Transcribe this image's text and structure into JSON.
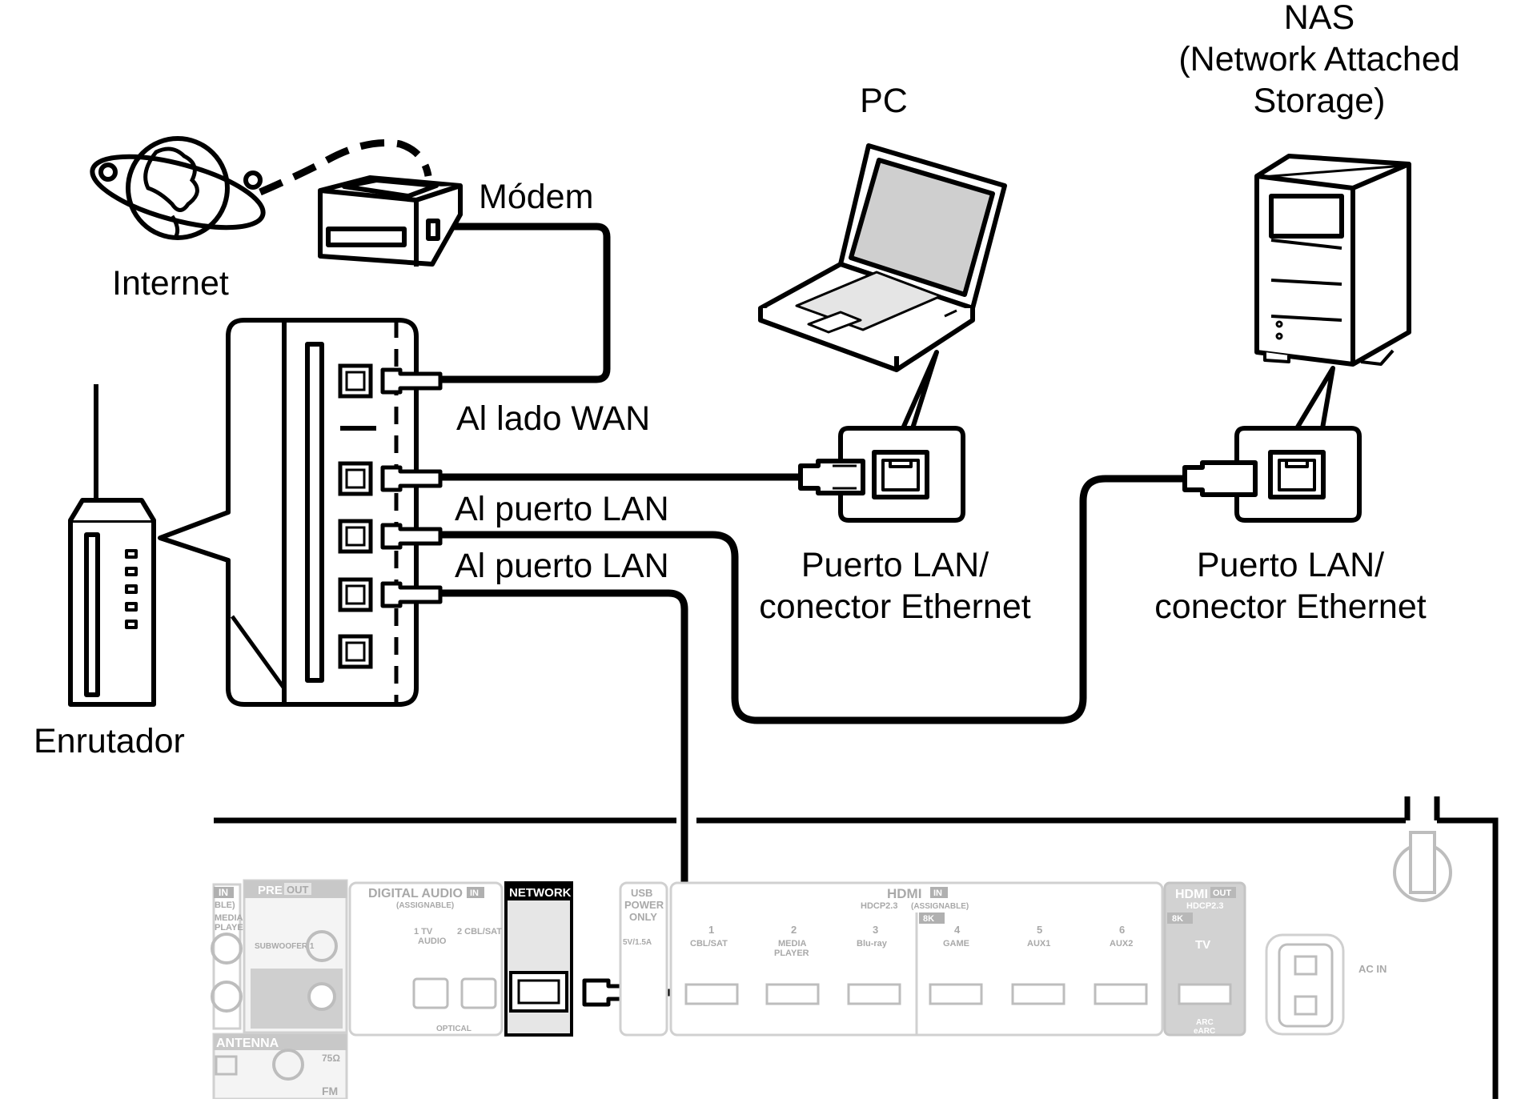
{
  "labels": {
    "nas_line1": "NAS",
    "nas_line2": "(Network Attached",
    "nas_line3": "Storage)",
    "pc": "PC",
    "modem": "Módem",
    "internet": "Internet",
    "wan_side": "Al lado WAN",
    "lan_port_1": "Al puerto LAN",
    "lan_port_2": "Al puerto LAN",
    "pc_port_line1": "Puerto LAN/",
    "pc_port_line2": "conector Ethernet",
    "nas_port_line1": "Puerto LAN/",
    "nas_port_line2": "conector Ethernet",
    "router": "Enrutador"
  },
  "panel": {
    "in_badge": "IN",
    "in_sub": "BLE)",
    "media_player_a": "MEDIA",
    "media_player_b": "PLAYER",
    "pre_out": "PRE",
    "pre_out_badge": "OUT",
    "subwoofer": "SUBWOOFER 1",
    "digital_audio": "DIGITAL AUDIO",
    "digital_in_badge": "IN",
    "digital_assignable": "(ASSIGNABLE)",
    "optical_1a": "1   TV",
    "optical_1b": "AUDIO",
    "optical_2": "2 CBL/SAT",
    "optical": "OPTICAL",
    "network": "NETWORK",
    "usb_a": "USB",
    "usb_b": "POWER",
    "usb_c": "ONLY",
    "usb_d": "5V/1.5A",
    "hdmi": "HDMI",
    "hdmi_in_badge": "IN",
    "hdcp": "HDCP2.3",
    "hdmi_assignable": "(ASSIGNABLE)",
    "badge_8k": "8K",
    "hdmi_inputs": [
      {
        "num": "1",
        "name_a": "CBL/SAT",
        "name_b": ""
      },
      {
        "num": "2",
        "name_a": "MEDIA",
        "name_b": "PLAYER"
      },
      {
        "num": "3",
        "name_a": "Blu-ray",
        "name_b": ""
      },
      {
        "num": "4",
        "name_a": "GAME",
        "name_b": ""
      },
      {
        "num": "5",
        "name_a": "AUX1",
        "name_b": ""
      },
      {
        "num": "6",
        "name_a": "AUX2",
        "name_b": ""
      }
    ],
    "hdmi_out": "HDMI",
    "hdmi_out_badge": "OUT",
    "hdmi_out_hdcp": "HDCP2.3",
    "hdmi_out_8k": "8K",
    "tv": "TV",
    "arc": "ARC",
    "earc": "eARC",
    "ac_in": "AC IN",
    "antenna": "ANTENNA",
    "ohm": "75Ω",
    "fm": "FM"
  }
}
